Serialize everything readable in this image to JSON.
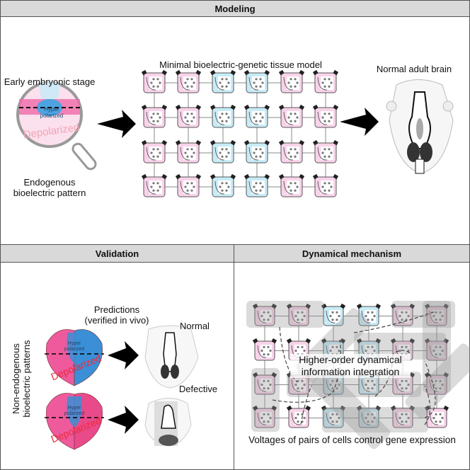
{
  "panels": {
    "modeling": {
      "title": "Modeling",
      "early_stage": "Early embryonic stage",
      "endogenous_line1": "Endogenous",
      "endogenous_line2": "bioelectric pattern",
      "hyper_label": "Hyper polarized",
      "depol_label": "Depolarized",
      "model_title": "Minimal bioelectric-genetic tissue model",
      "brain_title": "Normal adult brain",
      "grid": {
        "rows": 4,
        "cols": 6,
        "column_states": [
          "depolarized",
          "depolarized",
          "hyperpolarized",
          "hyperpolarized",
          "depolarized",
          "depolarized"
        ]
      }
    },
    "validation": {
      "title": "Validation",
      "side_line1": "Non-endogenous",
      "side_line2": "bioelectric patterns",
      "predictions_line1": "Predictions",
      "predictions_line2": "(verified in vivo)",
      "normal": "Normal",
      "defective": "Defective",
      "hyper_label": "Hyper polarized",
      "depol_label": "Depolarized"
    },
    "dynamical": {
      "title": "Dynamical mechanism",
      "integration_line1": "Higher-order dynamical",
      "integration_line2": "information integration",
      "caption": "Voltages of pairs of cells control gene expression",
      "grid": {
        "rows": 4,
        "cols": 6,
        "column_states": [
          "depolarized",
          "depolarized",
          "hyperpolarized",
          "hyperpolarized",
          "depolarized",
          "depolarized"
        ]
      }
    }
  },
  "colors": {
    "depolarized": "#f9d3ea",
    "hyperpolarized": "#c8ecf7",
    "header": "#d9d9d9",
    "pink_strong": "#ee5a9c",
    "blue_strong": "#3b8fd6",
    "depol_text": "#ee2a3a"
  }
}
